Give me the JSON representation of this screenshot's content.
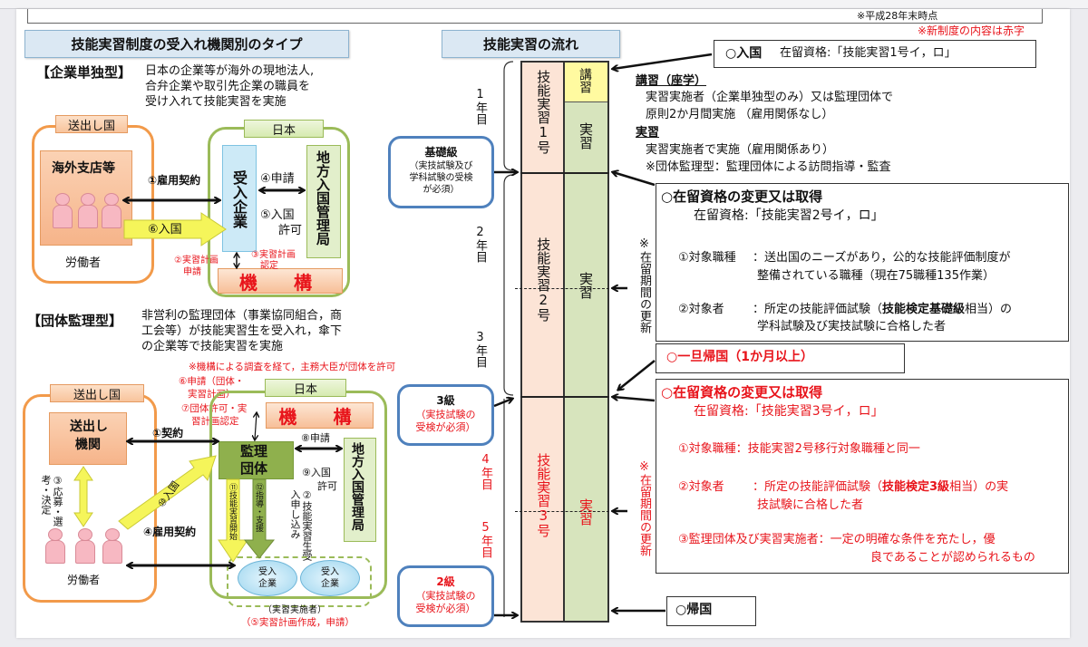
{
  "header": {
    "as_of_note": "※平成28年末時点",
    "new_system_note": "※新制度の内容は赤字"
  },
  "left": {
    "title": "技能実習制度の受入れ機関別のタイプ",
    "corporate": {
      "label": "【企業単独型】",
      "description": [
        "日本の企業等が海外の現地法人,",
        "合弁企業や取引先企業の職員を",
        "受け入れて技能実習を実施"
      ],
      "sending_country": "送出し国",
      "japan": "日本",
      "overseas_branch": "海外支店等",
      "workers": "労働者",
      "receiving_company": "受入企業",
      "immigration_bureau": "地方入国管理局",
      "organization": "機　構",
      "step1": "①雇用契約",
      "step2": [
        "②実習計画",
        "申請"
      ],
      "step3": [
        "③実習計画",
        "認定"
      ],
      "step4": "④申請",
      "step5": [
        "⑤入国",
        "許可"
      ],
      "step6": "⑥入国"
    },
    "supervising": {
      "label": "【団体監理型】",
      "description": [
        "非営利の監理団体（事業協同組合，商",
        "工会等）が技能実習生を受入れ，傘下",
        "の企業等で技能実習を実施"
      ],
      "permit_note": "※機構による調査を経て，主務大臣が団体を許可",
      "sending_country": "送出し国",
      "japan": "日本",
      "sending_agency": "送出し機関",
      "workers": "労働者",
      "supervising_org": "監理団体",
      "immigration_bureau": "地方入国管理局",
      "organization": "機　構",
      "receiving_companies": [
        "受入企業",
        "受入企業"
      ],
      "implementer": "（実習実施者）",
      "step1": "①契約",
      "step2": "②技能実習生受入申し込み",
      "step3": "③応募・選考・決定",
      "step4": "④雇用契約",
      "step5": "（⑤実習計画作成，申請）",
      "step6": [
        "⑥申請（団体・",
        "実習計画）"
      ],
      "step7": [
        "⑦団体許可・実",
        "習計画認定"
      ],
      "step8": "⑧申請",
      "step9": [
        "⑨入国",
        "許可"
      ],
      "step10": "⑩入国",
      "step11": "⑪技能実習開始",
      "step12": "⑫指導・支援"
    }
  },
  "right": {
    "title": "技能実習の流れ",
    "years": [
      "1年目",
      "2年目",
      "3年目",
      "4年目",
      "5年目"
    ],
    "levels": [
      {
        "title": "基礎級",
        "detail": [
          "（実技試験及び",
          "学科試験の受検",
          "が必須）"
        ]
      },
      {
        "title": "3級",
        "detail": [
          "（実技試験の",
          "受検が必須）"
        ]
      },
      {
        "title": "2級",
        "detail": [
          "（実技試験の",
          "受検が必須）"
        ]
      }
    ],
    "columns": {
      "phase1": "技能実習1号",
      "phase2": "技能実習2号",
      "phase3": "技能実習3号",
      "lecture": "講習",
      "practice": "実習"
    },
    "renewal_note": "※在留期間の更新",
    "entry": {
      "title": "○入国",
      "status": "在留資格:「技能実習1号イ，ロ」"
    },
    "lecture_desc": {
      "heading": "講習（座学）",
      "lines": [
        "実習実施者（企業単独型のみ）又は監理団体で",
        "原則2か月間実施 （雇用関係なし）"
      ]
    },
    "practice_desc": {
      "heading": "実習",
      "lines": [
        "実習実施者で実施（雇用関係あり）",
        "※団体監理型：監理団体による訪問指導・監査"
      ]
    },
    "change2": {
      "title": "○在留資格の変更又は取得",
      "status": "在留資格:「技能実習2号イ，ロ」",
      "item1_label": "①対象職種",
      "item1": [
        "：送出国のニーズがあり，公的な技能評価制度が",
        "整備されている職種（現在75職種135作業）"
      ],
      "item2_label": "②対象者",
      "item2_pre": "：所定の技能評価試験（",
      "item2_bold": "技能検定基礎級",
      "item2_post": "相当）の",
      "item2_line2": "学科試験及び実技試験に合格した者"
    },
    "temp_return": "○一旦帰国（1か月以上）",
    "change3": {
      "title": "○在留資格の変更又は取得",
      "status": "在留資格:「技能実習3号イ，ロ」",
      "item1": "①対象職種：技能実習2号移行対象職種と同一",
      "item2_label": "②対象者",
      "item2_pre": "：所定の技能評価試験（",
      "item2_bold": "技能検定3級",
      "item2_post": "相当）の実",
      "item2_line2": "技試験に合格した者",
      "item3": "③監理団体及び実習実施者：一定の明確な条件を充たし，優",
      "item3_line2": "良であることが認められるもの"
    },
    "return_home": "○帰国"
  },
  "colors": {
    "red": "#e8141b",
    "blue_border": "#4f81bd",
    "orange_border": "#f29a4a",
    "green_border": "#9bbb59",
    "lecture_yellow": "#fffaa0",
    "practice_green": "#d7e4bd",
    "phase_peach": "#fce4d6"
  }
}
